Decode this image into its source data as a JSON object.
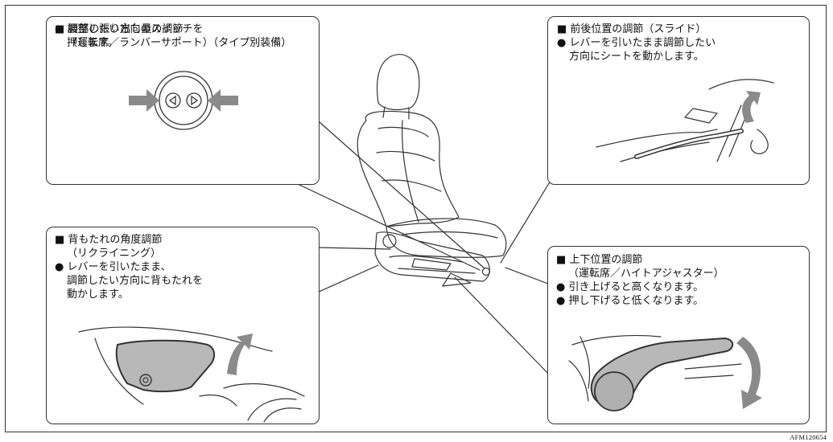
{
  "lumbar": {
    "heading_line1": "■ 腰部の張り出し量の調節",
    "heading_line2": "（運転席／ランバーサポート）（タイプ別装備）",
    "bullet_line1": "● 調整したい方向のスイッチを",
    "bullet_line2": "押します。"
  },
  "slide": {
    "heading_line1": "■ 前後位置の調節（スライド）",
    "bullet_line1": "● レバーを引いたまま調節したい",
    "bullet_line2": "方向にシートを動かします。"
  },
  "recline": {
    "heading_line1": "■ 背もたれの角度調節",
    "heading_line2": "（リクライニング）",
    "bullet_line1": "● レバーを引いたまま、",
    "bullet_line2": "調節したい方向に背もたれを",
    "bullet_line3": "動かします。"
  },
  "height": {
    "heading_line1": "■ 上下位置の調節",
    "heading_line2": "（運転席／ハイトアジャスター）",
    "bullet_line1": "● 引き上げると高くなります。",
    "bullet_line2": "● 押し下げると低くなります。"
  },
  "figure_code": "AFM120654",
  "colors": {
    "line": "#333333",
    "arrow": "#8a8a8a",
    "lever_fill": "#b8b8b8"
  }
}
